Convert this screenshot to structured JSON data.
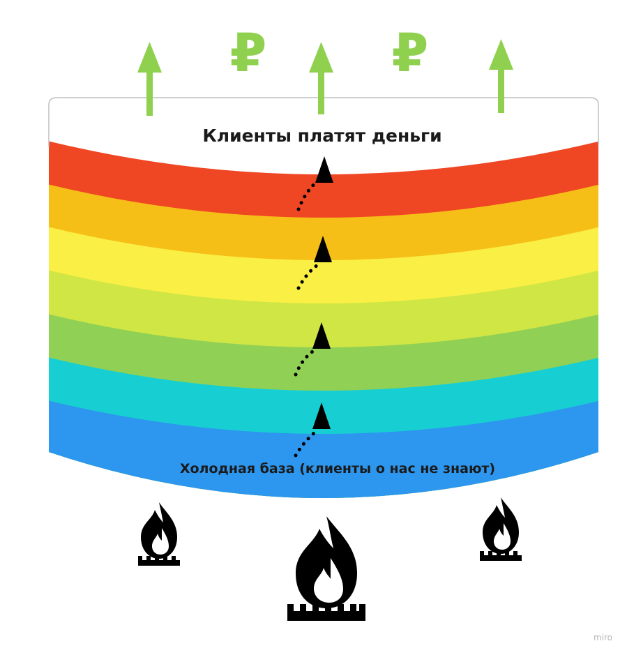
{
  "top_label": "Клиенты платят деньги",
  "bottom_label": "Холодная база (клиенты о нас не знают)",
  "currency_symbol": "₽",
  "watermark": "miro",
  "layers": [
    {
      "name": "paying-clients",
      "color": "#ffffff"
    },
    {
      "name": "red",
      "color": "#ef4623"
    },
    {
      "name": "orange",
      "color": "#f6bf18"
    },
    {
      "name": "yellow",
      "color": "#faef45"
    },
    {
      "name": "light-green",
      "color": "#d0e645"
    },
    {
      "name": "green",
      "color": "#90d055"
    },
    {
      "name": "cyan",
      "color": "#17cfd2"
    },
    {
      "name": "blue",
      "color": "#2d96ee"
    }
  ],
  "colors": {
    "money_arrow": "#8fd14f",
    "currency": "#8fd14f",
    "burner": "#000000",
    "text": "#1a1a1a",
    "outline": "#bfbfbf"
  },
  "icons": [
    "up-arrow-icon",
    "ruble-icon",
    "dotted-arrow-icon",
    "burner-flame-icon"
  ]
}
